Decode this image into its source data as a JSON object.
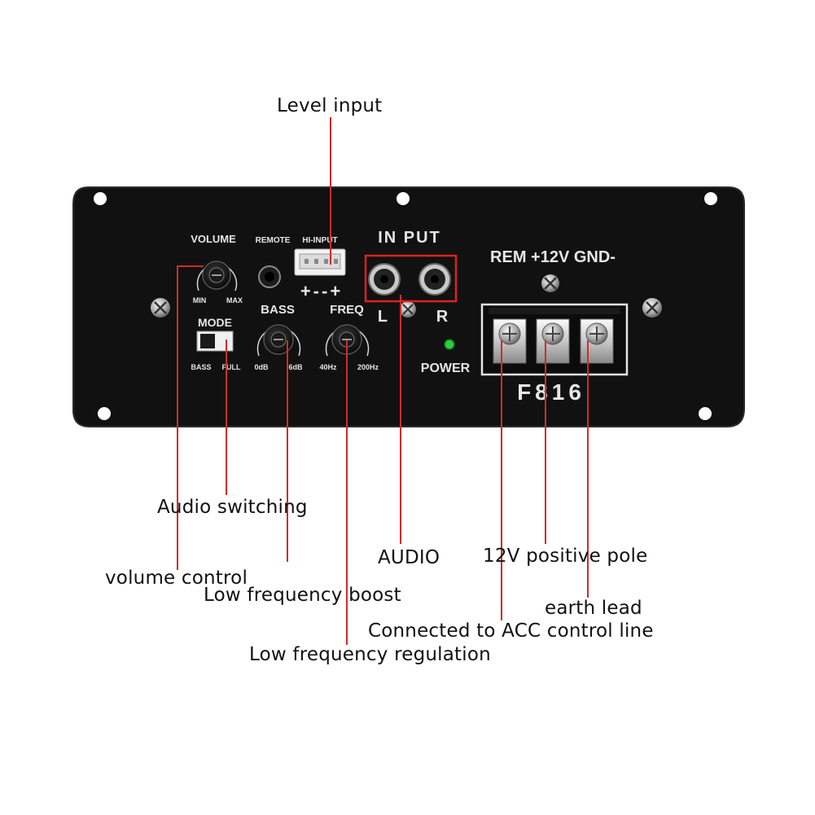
{
  "panel": {
    "labels": {
      "volume": "VOLUME",
      "min": "MIN",
      "max": "MAX",
      "remote": "REMOTE",
      "hi_input": "HI-INPUT",
      "hi_input_polarity": "+--+",
      "input": "IN PUT",
      "left": "L",
      "right": "R",
      "mode": "MODE",
      "bass_mode": "BASS",
      "full_mode": "FULL",
      "bass": "BASS",
      "bass_min": "0dB",
      "bass_max": "6dB",
      "freq": "FREQ",
      "freq_min": "40Hz",
      "freq_max": "200Hz",
      "power": "POWER",
      "terminals": "REM +12V GND-",
      "model": "F816"
    },
    "colors": {
      "panel": "#111111",
      "panel_text": "#e6e6e6",
      "callout_line": "#d32a2a",
      "highlight_box": "#e02020",
      "power_led": "#2ecc40"
    }
  },
  "callouts": {
    "level_input": "Level input",
    "audio_switching": "Audio switching",
    "volume_control": "volume control",
    "low_frequency_boost": "Low frequency boost",
    "low_frequency_regulation": "Low frequency regulation",
    "audio": "AUDIO",
    "positive_pole": "12V positive pole",
    "earth_lead": "earth lead",
    "acc_control": "Connected to ACC control line"
  }
}
